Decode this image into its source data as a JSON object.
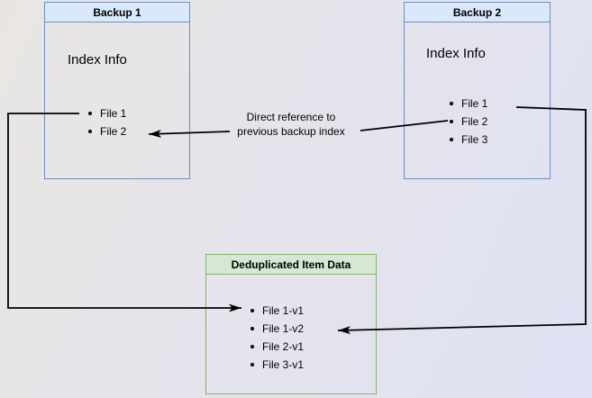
{
  "backup1": {
    "title": "Backup 1",
    "subtitle": "Index Info",
    "files": [
      "File 1",
      "File 2"
    ]
  },
  "backup2": {
    "title": "Backup 2",
    "subtitle": "Index Info",
    "files": [
      "File 1",
      "File 2",
      "File 3"
    ]
  },
  "dedup": {
    "title": "Deduplicated Item Data",
    "files": [
      "File 1-v1",
      "File 1-v2",
      "File 2-v1",
      "File 3-v1"
    ]
  },
  "annotation": {
    "line1": "Direct reference to",
    "line2": "previous backup index"
  },
  "colors": {
    "backup_border": "#6c8ebf",
    "backup_header_fill": "#dae8fc",
    "dedup_border": "#82b366",
    "dedup_header_fill": "#d5e8d4",
    "arrow": "#000000"
  }
}
